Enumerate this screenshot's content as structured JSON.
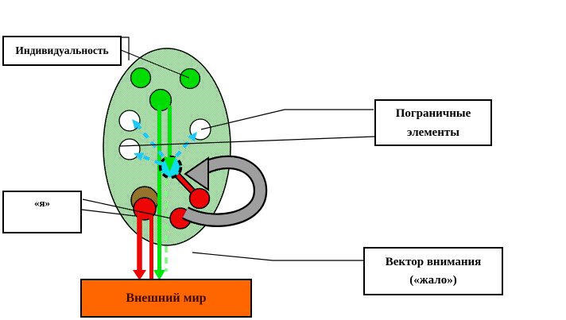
{
  "figure": {
    "callouts": {
      "individuality": {
        "text": "Индивидуальность"
      },
      "boundary": {
        "line1": "Пограничные",
        "line2": "элементы"
      },
      "self": {
        "text": "«я»"
      },
      "attention_vector": {
        "line1": "Вектор внимания",
        "line2": "(«жало»)"
      },
      "external_world": {
        "text": "Внешний мир"
      }
    },
    "colors": {
      "ellipse_hatch_green": "#4FD34F",
      "element_green": "#00DC00",
      "arrow_green": "#00E410",
      "arrow_green_light": "#7CFB7C",
      "perception_cyan": "#1FC8F8",
      "center_cyan": "#0FDCEC",
      "attention_red": "#EE0505",
      "core_brown": "#8F7022",
      "rotation_gray": "#9E9E9E",
      "world_orange": "#FF6600"
    },
    "shapes": {
      "green_circles_count": 3,
      "white_circles_count": 3,
      "red_circles_count": 3,
      "brown_circles_count": 1,
      "center_circle": "cyan with dashed black ring"
    }
  }
}
